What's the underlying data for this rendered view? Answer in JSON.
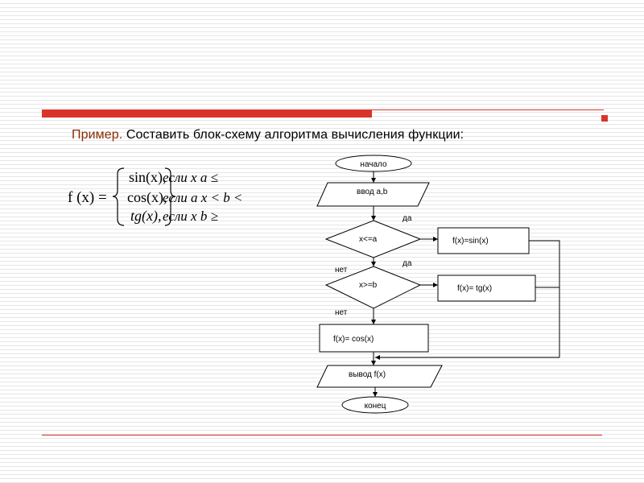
{
  "slide": {
    "heading_lead": "Пример.",
    "heading_rest": " Составить блок-схему алгоритма вычисления функции:"
  },
  "formula": {
    "lhs": "f (x) =",
    "cases": [
      {
        "expr": "sin(x),",
        "cond": "если   x    a     ≤"
      },
      {
        "expr": "cos(x),",
        "cond": "если    a     x  < b  <"
      },
      {
        "expr": "tg(x),",
        "cond": "если    x     b       ≥"
      }
    ]
  },
  "flowchart": {
    "start": "начало",
    "input": "ввод a,b",
    "cond1": "x<=a",
    "cond2": "x>=b",
    "yes1": "да",
    "yes2": "да",
    "no1": "нет",
    "no2": "нет",
    "sin_block": "f(x)=sin(x)",
    "tg_block": "f(x)= tg(x)",
    "cos_block": "f(x)= cos(x)",
    "output": "вывод f(x)",
    "end": "конец"
  },
  "colors": {
    "accent_red": "#d9342b",
    "heading_lead": "#8a2a00"
  }
}
